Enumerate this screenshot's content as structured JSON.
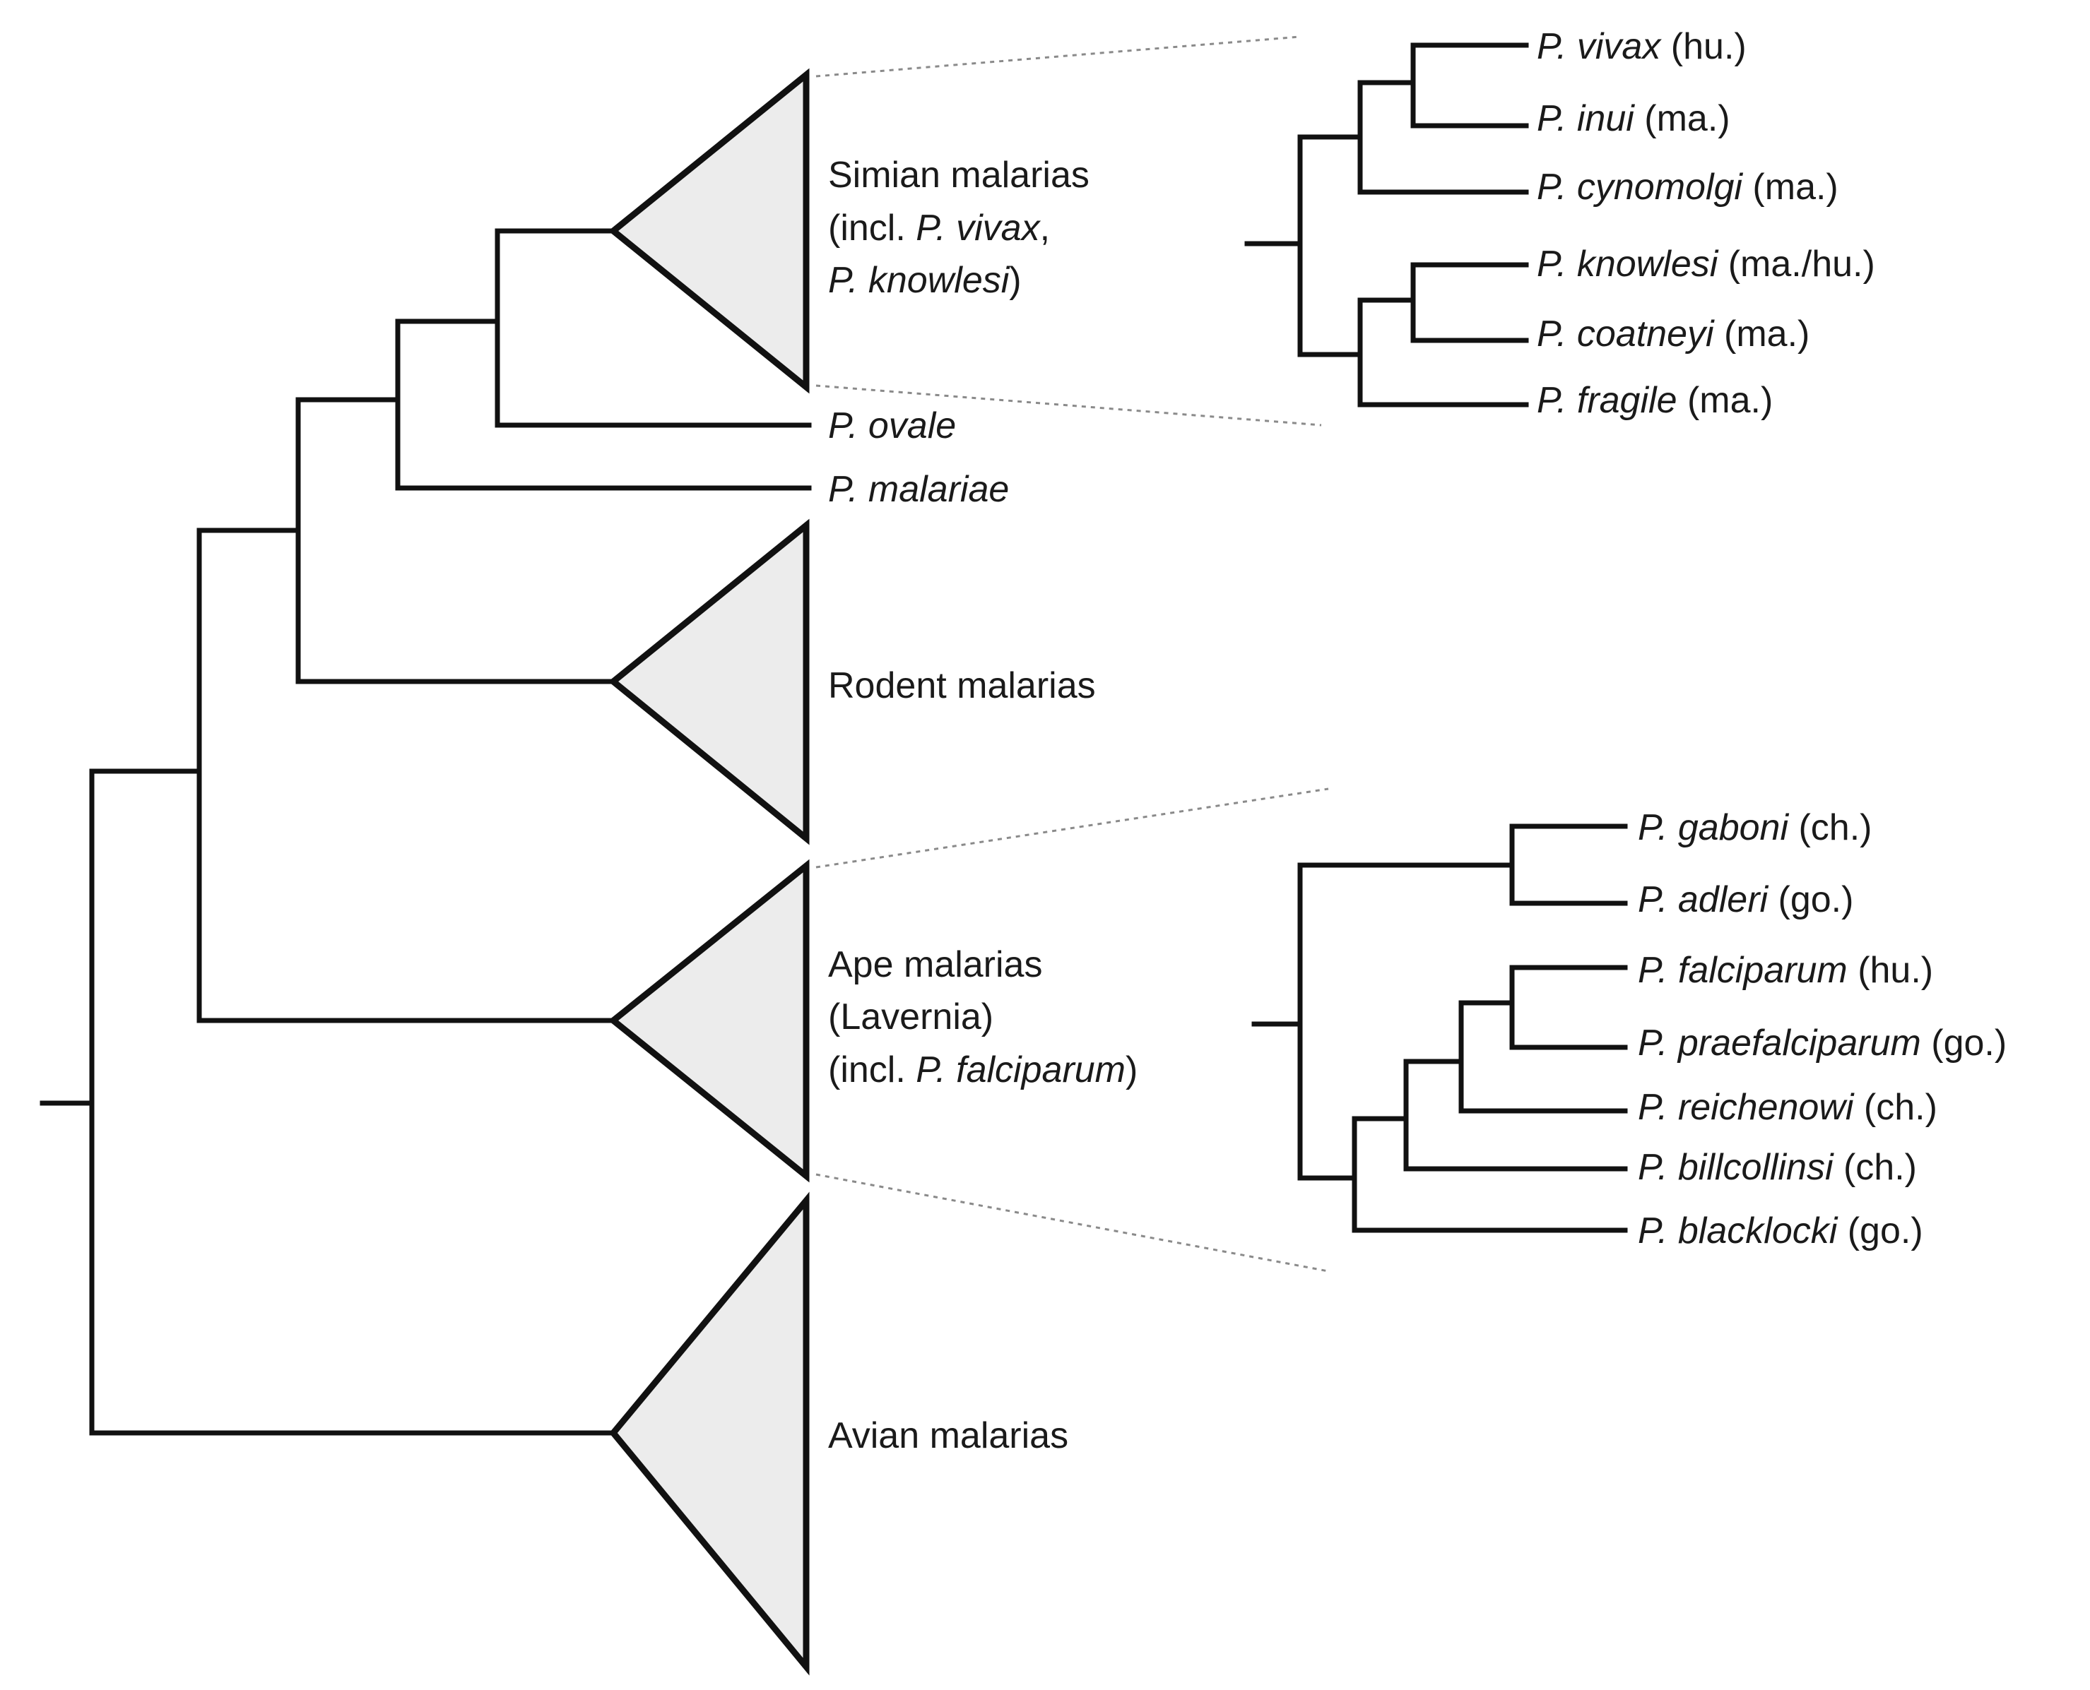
{
  "clades": {
    "simian": {
      "line1": "Simian malarias",
      "line2_pre": "(incl. ",
      "line2_it": "P. vivax",
      "line2_post": ",",
      "line3_it": "P. knowlesi",
      "line3_post": ")"
    },
    "rodent": {
      "label": "Rodent malarias"
    },
    "ape": {
      "line1": "Ape malarias",
      "line2": "(Lavernia)",
      "line3_pre": "(incl. ",
      "line3_it": "P. falciparum",
      "line3_post": ")"
    },
    "avian": {
      "label": "Avian malarias"
    }
  },
  "leaves": {
    "ovale": "P. ovale",
    "malariae": "P. malariae"
  },
  "simian_detail": [
    {
      "species": "P. vivax",
      "host": " (hu.)"
    },
    {
      "species": "P. inui",
      "host": " (ma.)"
    },
    {
      "species": "P. cynomolgi",
      "host": " (ma.)"
    },
    {
      "species": "P. knowlesi",
      "host": " (ma./hu.)"
    },
    {
      "species": "P. coatneyi",
      "host": " (ma.)"
    },
    {
      "species": "P. fragile",
      "host": " (ma.)"
    }
  ],
  "ape_detail": [
    {
      "species": "P. gaboni",
      "host": " (ch.)"
    },
    {
      "species": "P. adleri",
      "host": " (go.)"
    },
    {
      "species": "P. falciparum",
      "host": " (hu.)"
    },
    {
      "species": "P. praefalciparum",
      "host": " (go.)"
    },
    {
      "species": "P. reichenowi",
      "host": " (ch.)"
    },
    {
      "species": "P. billcollinsi",
      "host": " (ch.)"
    },
    {
      "species": "P. blacklocki",
      "host": " (go.)"
    }
  ],
  "colors": {
    "line": "#111111",
    "clade_fill": "#ececec",
    "guide": "#8a8a8a"
  }
}
